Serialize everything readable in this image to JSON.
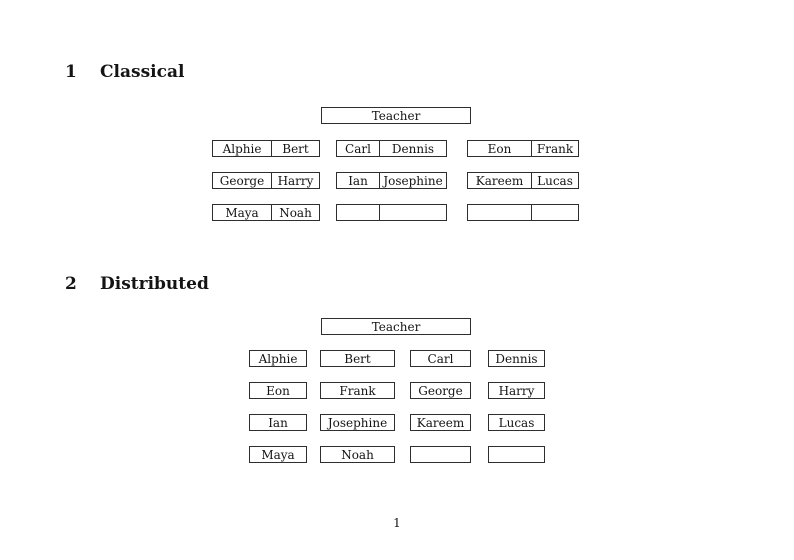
{
  "classical": {
    "heading": {
      "number": "1",
      "title": "Classical"
    },
    "teacher": "Teacher",
    "rows": [
      [
        [
          "Alphie",
          "Bert"
        ],
        [
          "Carl",
          "Dennis"
        ],
        [
          "Eon",
          "Frank"
        ]
      ],
      [
        [
          "George",
          "Harry"
        ],
        [
          "Ian",
          "Josephine"
        ],
        [
          "Kareem",
          "Lucas"
        ]
      ],
      [
        [
          "Maya",
          "Noah"
        ],
        [
          "",
          ""
        ],
        [
          "",
          ""
        ]
      ]
    ]
  },
  "distributed": {
    "heading": {
      "number": "2",
      "title": "Distributed"
    },
    "teacher": "Teacher",
    "rows": [
      [
        "Alphie",
        "Bert",
        "Carl",
        "Dennis"
      ],
      [
        "Eon",
        "Frank",
        "George",
        "Harry"
      ],
      [
        "Ian",
        "Josephine",
        "Kareem",
        "Lucas"
      ],
      [
        "Maya",
        "Noah",
        "",
        ""
      ]
    ]
  },
  "footer": {
    "page_number": "1"
  }
}
